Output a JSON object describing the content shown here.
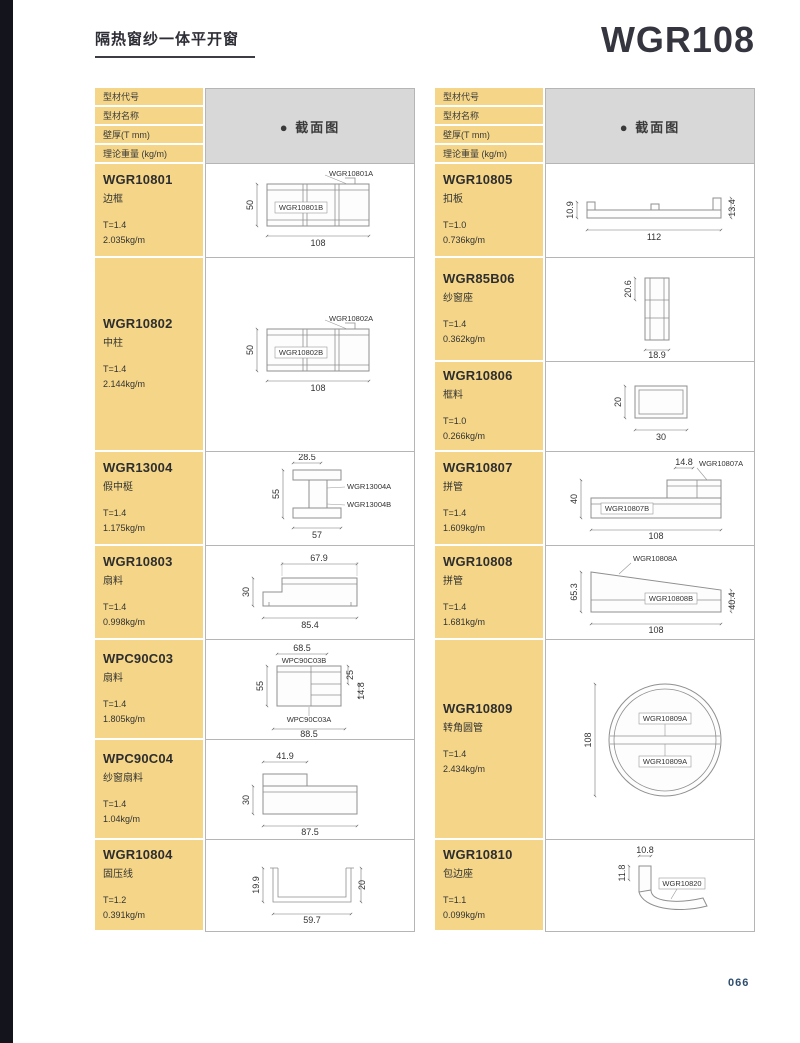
{
  "page": {
    "title": "隔热窗纱一体平开窗",
    "model": "WGR108",
    "page_number": "066"
  },
  "table_header": {
    "row1": "型材代号",
    "row2": "型材名称",
    "row3": "壁厚(T mm)",
    "row4": "理论重量 (kg/m)",
    "section": "● 截面图"
  },
  "columns": [
    {
      "rows": [
        {
          "code": "WGR10801",
          "name": "边框",
          "thickness": "T=1.4",
          "weight": "2.035kg/m",
          "drawing": {
            "left": "50",
            "bottom": "108",
            "label_a": "WGR10801A",
            "label_b": "WGR10801B"
          }
        },
        {
          "code": "WGR10802",
          "name": "中柱",
          "thickness": "T=1.4",
          "weight": "2.144kg/m",
          "drawing": {
            "left": "50",
            "bottom": "108",
            "label_a": "WGR10802A",
            "label_b": "WGR10802B"
          }
        },
        {
          "code": "WGR13004",
          "name": "假中梃",
          "thickness": "T=1.4",
          "weight": "1.175kg/m",
          "drawing": {
            "top": "28.5",
            "left": "55",
            "bottom": "57",
            "label_a": "WGR13004A",
            "label_b": "WGR13004B"
          }
        },
        {
          "code": "WGR10803",
          "name": "扇料",
          "thickness": "T=1.4",
          "weight": "0.998kg/m",
          "drawing": {
            "top": "67.9",
            "left": "30",
            "bottom": "85.4"
          }
        },
        {
          "code": "WPC90C03",
          "name": "扇料",
          "thickness": "T=1.4",
          "weight": "1.805kg/m",
          "drawing": {
            "top": "68.5",
            "left": "55",
            "right": "25",
            "right2": "14.8",
            "bottom": "88.5",
            "label_a": "WPC90C03B",
            "label_b": "WPC90C03A"
          }
        },
        {
          "code": "WPC90C04",
          "name": "纱窗扇料",
          "thickness": "T=1.4",
          "weight": "1.04kg/m",
          "drawing": {
            "top": "41.9",
            "left": "30",
            "bottom": "87.5"
          }
        },
        {
          "code": "WGR10804",
          "name": "固压线",
          "thickness": "T=1.2",
          "weight": "0.391kg/m",
          "drawing": {
            "left": "19.9",
            "right": "20",
            "bottom": "59.7"
          }
        }
      ]
    },
    {
      "rows": [
        {
          "code": "WGR10805",
          "name": "扣板",
          "thickness": "T=1.0",
          "weight": "0.736kg/m",
          "drawing": {
            "left": "10.9",
            "right": "13.4",
            "bottom": "112"
          }
        },
        {
          "code": "WGR85B06",
          "name": "纱窗座",
          "thickness": "T=1.4",
          "weight": "0.362kg/m",
          "drawing": {
            "left": "20.6",
            "bottom": "18.9"
          }
        },
        {
          "code": "WGR10806",
          "name": "框料",
          "thickness": "T=1.0",
          "weight": "0.266kg/m",
          "drawing": {
            "left": "20",
            "bottom": "30"
          }
        },
        {
          "code": "WGR10807",
          "name": "拼管",
          "thickness": "T=1.4",
          "weight": "1.609kg/m",
          "drawing": {
            "top": "14.8",
            "left": "40",
            "bottom": "108",
            "label_a": "WGR10807A",
            "label_b": "WGR10807B"
          }
        },
        {
          "code": "WGR10808",
          "name": "拼管",
          "thickness": "T=1.4",
          "weight": "1.681kg/m",
          "drawing": {
            "left": "65.3",
            "right": "40.4",
            "bottom": "108",
            "label_a": "WGR10808A",
            "label_b": "WGR10808B"
          }
        },
        {
          "code": "WGR10809",
          "name": "转角圆管",
          "thickness": "T=1.4",
          "weight": "2.434kg/m",
          "drawing": {
            "left": "108",
            "label_a": "WGR10809A",
            "label_b": "WGR10809A"
          }
        },
        {
          "code": "WGR10810",
          "name": "包边座",
          "thickness": "T=1.1",
          "weight": "0.099kg/m",
          "drawing": {
            "top": "10.8",
            "left": "11.8",
            "label_a": "WGR10820"
          }
        }
      ]
    }
  ]
}
